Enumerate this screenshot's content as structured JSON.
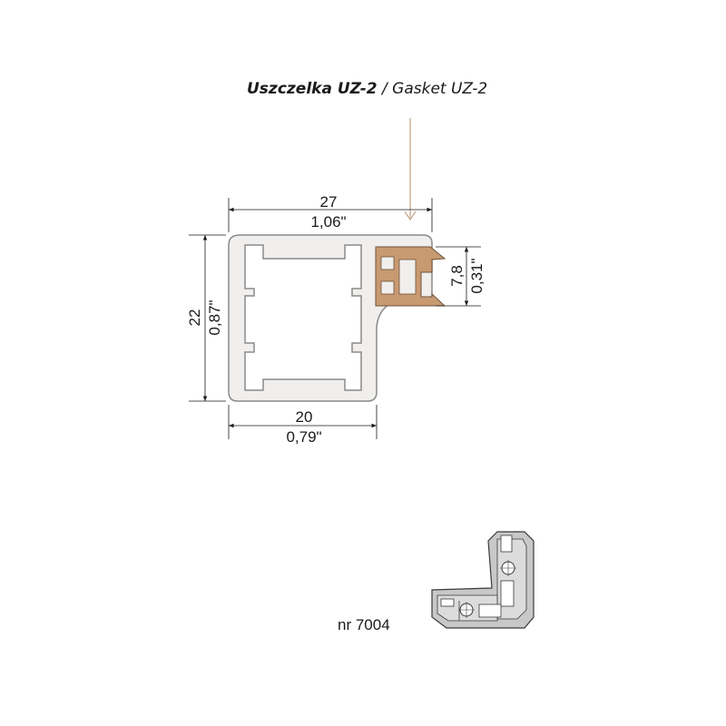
{
  "title": {
    "primary": "Uszczelka UZ-2",
    "separator": " / ",
    "secondary": "Gasket UZ-2"
  },
  "dimensions": {
    "width_top_mm": "27",
    "width_top_in": "1,06\"",
    "height_left_mm": "22",
    "height_left_in": "0,87\"",
    "width_bottom_mm": "20",
    "width_bottom_in": "0,79\"",
    "gasket_mm": "7,8",
    "gasket_in": "0,31\""
  },
  "part": {
    "label": "nr 7004"
  },
  "colors": {
    "profile_fill": "#f0efed",
    "profile_stroke": "#8a8a8a",
    "gasket_fill": "#c89a72",
    "arrow": "#b5906a",
    "dimension_line": "#1a1a1a",
    "bracket_fill": "#c8c8c8"
  }
}
